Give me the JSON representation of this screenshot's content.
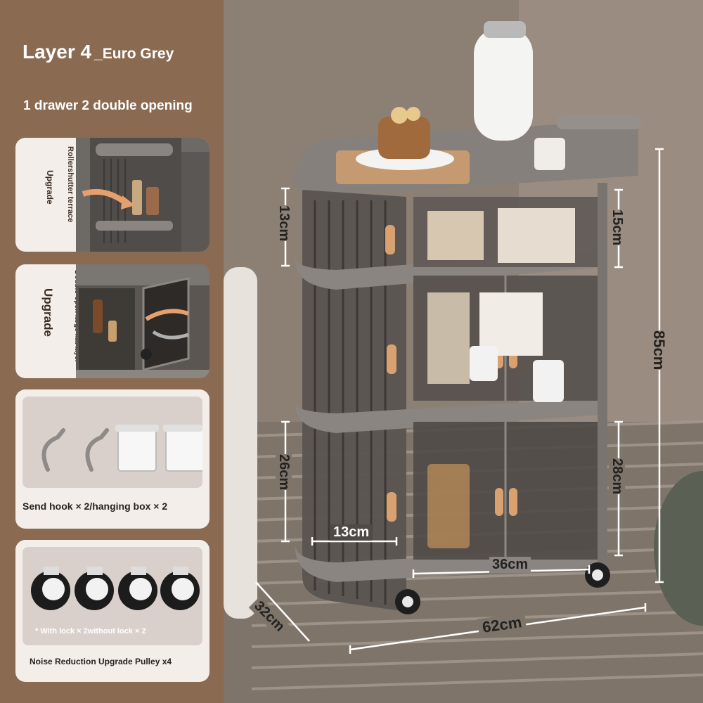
{
  "header": {
    "title": "Layer 4",
    "variant": "_Euro Grey",
    "subtitle": "1 drawer 2 double opening"
  },
  "features": {
    "card1": {
      "line1": "Rollershutter terrace",
      "line2": "Upgrade"
    },
    "card2": {
      "line1": "Double-open large flat layer",
      "line2": "Upgrade"
    },
    "card3": {
      "label": "Send hook × 2/hanging box × 2"
    },
    "card4": {
      "note": "* With lock × 2without lock × 2",
      "label": "Noise Reduction Upgrade Pulley x4"
    }
  },
  "dimensions": {
    "top_left": "13cm",
    "top_right": "15cm",
    "total_height": "85cm",
    "bottom_left": "26cm",
    "bottom_right": "28cm",
    "side_width": "13cm",
    "front_width": "36cm",
    "depth": "32cm",
    "width": "62cm"
  },
  "colors": {
    "panel": "#8b6a52",
    "cart": "#8c8682",
    "card": "#f4eeea"
  }
}
